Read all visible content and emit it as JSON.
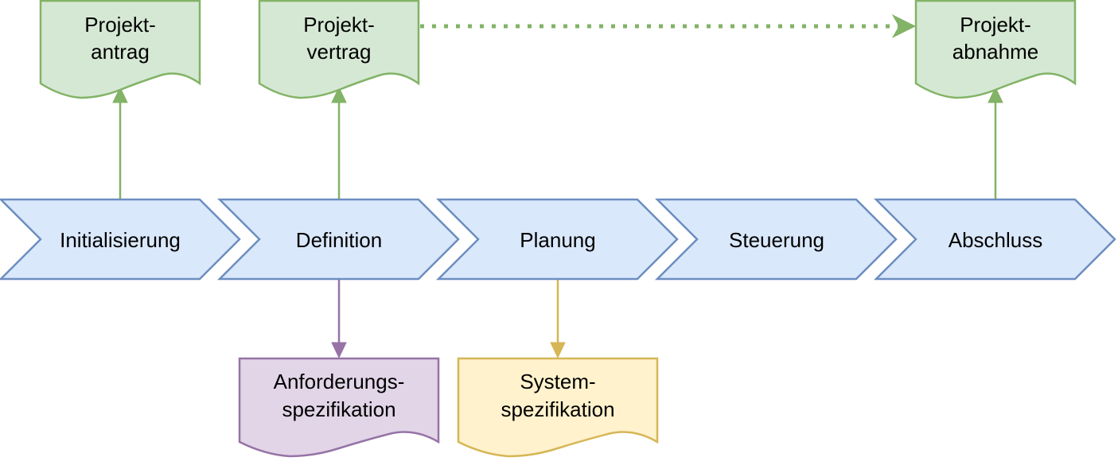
{
  "phases": [
    {
      "label": "Initialisierung"
    },
    {
      "label": "Definition"
    },
    {
      "label": "Planung"
    },
    {
      "label": "Steuerung"
    },
    {
      "label": "Abschluss"
    }
  ],
  "documents": {
    "projektantrag": {
      "line1": "Projekt-",
      "line2": "antrag"
    },
    "projektvertrag": {
      "line1": "Projekt-",
      "line2": "vertrag"
    },
    "projektabnahme": {
      "line1": "Projekt-",
      "line2": "abnahme"
    },
    "anforderungsspezifikation": {
      "line1": "Anforderungs-",
      "line2": "spezifikation"
    },
    "systemspezifikation": {
      "line1": "System-",
      "line2": "spezifikation"
    }
  },
  "colors": {
    "phase_fill": "#dae8fc",
    "phase_stroke": "#6c8ebf",
    "green_fill": "#d5e8d4",
    "green_stroke": "#82b366",
    "purple_fill": "#e1d5e7",
    "purple_stroke": "#9673a6",
    "yellow_fill": "#fff2cc",
    "yellow_stroke": "#d6b656"
  }
}
